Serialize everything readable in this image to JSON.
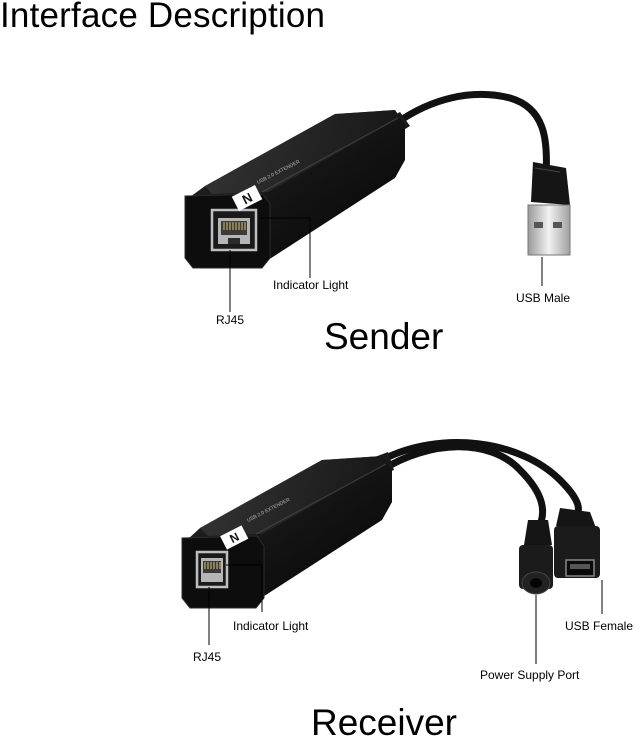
{
  "title": "Interface Description",
  "sender": {
    "heading": "Sender",
    "labels": {
      "rj45": "RJ45",
      "indicator": "Indicator Light",
      "usb_male": "USB Male"
    },
    "device_text": "USB 2.0 EXTENDER",
    "logo_letter": "N"
  },
  "receiver": {
    "heading": "Receiver",
    "labels": {
      "rj45": "RJ45",
      "indicator": "Indicator Light",
      "usb_female": "USB Female",
      "power": "Power Supply Port"
    },
    "device_text": "USB 2.0 EXTENDER",
    "logo_letter": "N"
  }
}
